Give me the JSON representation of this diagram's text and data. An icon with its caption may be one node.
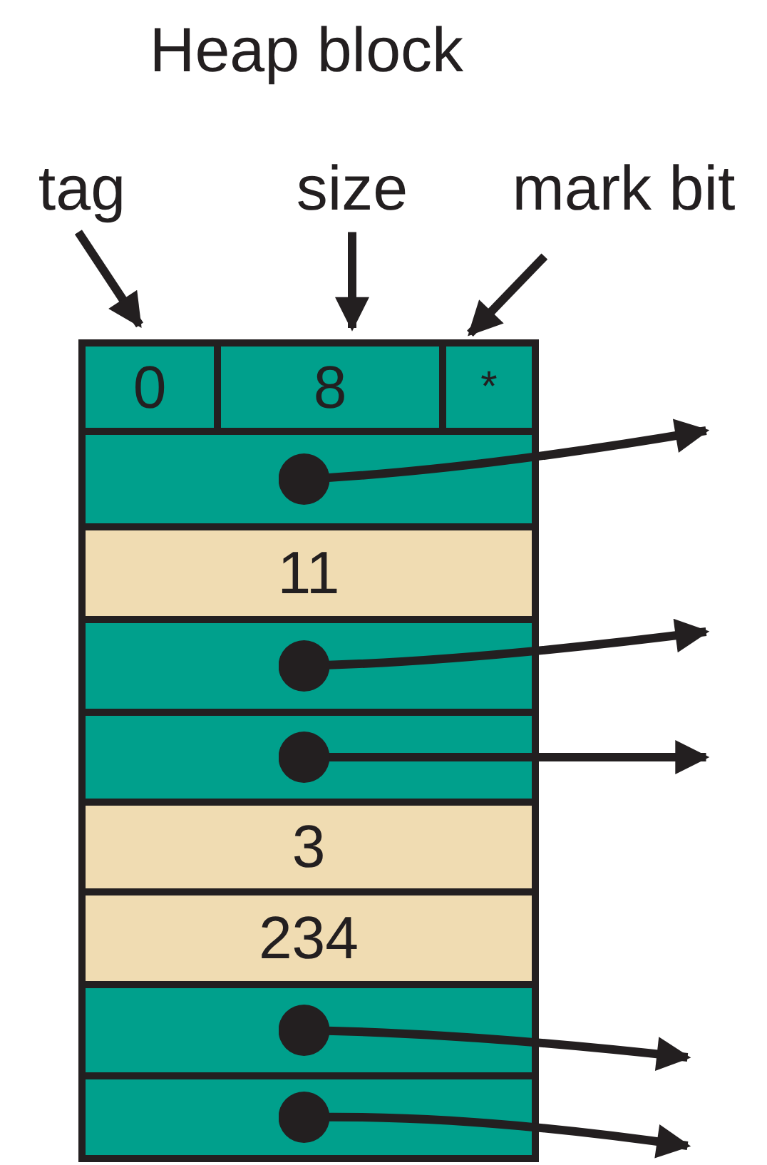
{
  "diagram": {
    "title": "Heap block",
    "nodes": [
      {
        "text": [
          "tag"
        ]
      },
      {
        "text": [
          "size"
        ]
      },
      {
        "text": [
          "mark bit"
        ]
      },
      {
        "text": [
          "0"
        ]
      },
      {
        "text": [
          "8"
        ]
      },
      {
        "text": [
          "*"
        ]
      },
      {
        "text": [],
        "shape": "box"
      },
      {
        "text": [
          "11"
        ]
      },
      {
        "text": [],
        "shape": "box"
      },
      {
        "text": [],
        "shape": "box"
      },
      {
        "text": [
          "3"
        ]
      },
      {
        "text": [
          "234"
        ]
      },
      {
        "text": [],
        "shape": "box"
      },
      {
        "text": [],
        "shape": "box"
      }
    ],
    "edges": [
      {
        "from": 0,
        "to": 3,
        "arrow": "to"
      },
      {
        "from": 1,
        "to": 4,
        "arrow": "to"
      },
      {
        "from": 2,
        "to": 5,
        "arrow": "to"
      },
      {
        "from": 6,
        "to": null,
        "arrow": "to"
      },
      {
        "from": 8,
        "to": null,
        "arrow": "to"
      },
      {
        "from": 9,
        "to": null,
        "arrow": "to"
      },
      {
        "from": 12,
        "to": null,
        "arrow": "to"
      },
      {
        "from": 13,
        "to": null,
        "arrow": "to"
      }
    ]
  }
}
